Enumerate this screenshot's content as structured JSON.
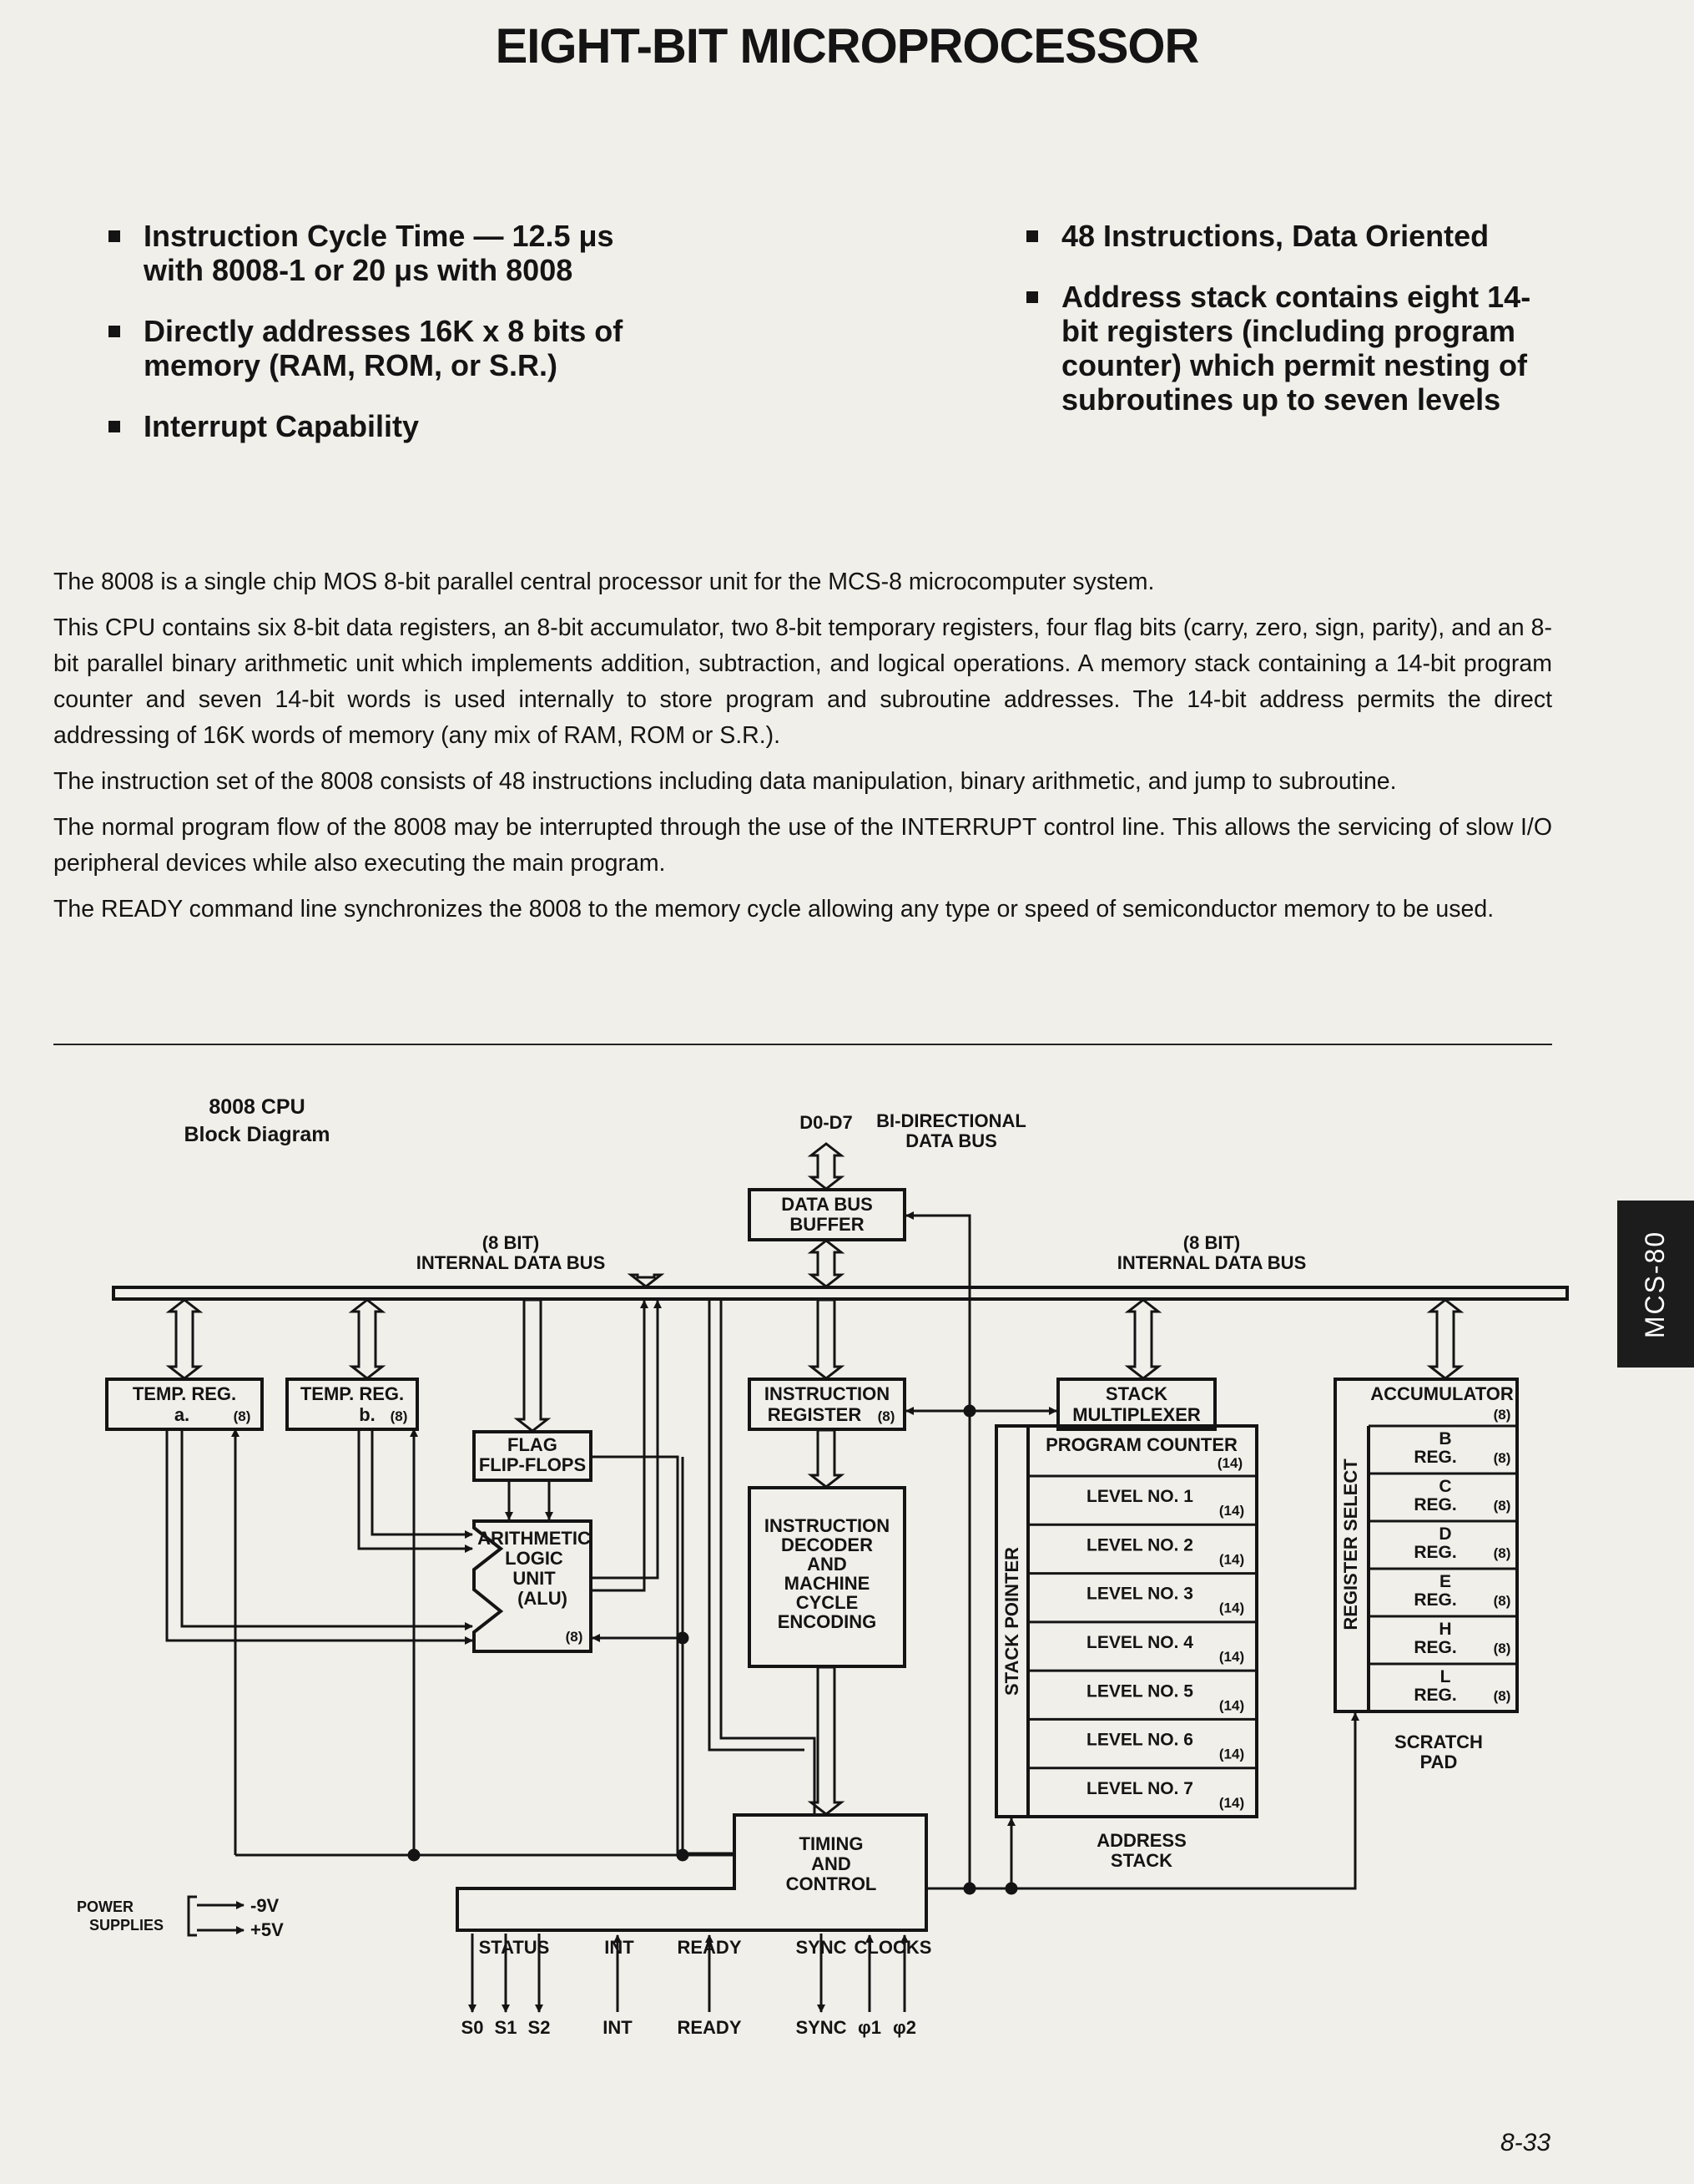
{
  "header": {
    "title": "EIGHT-BIT MICROPROCESSOR"
  },
  "features": {
    "left": [
      "Instruction Cycle Time — 12.5 μs with 8008-1 or 20 μs with 8008",
      "Directly addresses 16K x 8 bits of memory (RAM, ROM, or S.R.)",
      "Interrupt Capability"
    ],
    "right": [
      "48 Instructions, Data Oriented",
      "Address stack contains eight 14-bit registers (including program counter) which permit nesting of subroutines up to seven levels"
    ]
  },
  "body": {
    "paragraphs": [
      "The 8008 is a single chip MOS 8-bit parallel central processor unit for the MCS-8 microcomputer system.",
      "This CPU contains six 8-bit data registers, an 8-bit accumulator, two 8-bit temporary registers, four flag bits (carry, zero, sign, parity), and an 8-bit parallel binary arithmetic unit which implements addition, subtraction, and logical operations. A memory stack containing a 14-bit program counter and seven 14-bit words is used internally to store program and subroutine addresses. The 14-bit address permits the direct addressing of 16K words of memory (any mix of RAM, ROM or S.R.).",
      "The instruction set of the 8008 consists of 48 instructions including data manipulation, binary arithmetic, and jump to subroutine.",
      "The normal program flow of the 8008 may be interrupted through the use of the INTERRUPT control line. This allows the servicing of slow I/O peripheral devices while also executing the main program.",
      "The READY command line synchronizes the 8008 to the memory cycle allowing any type or speed of semiconductor memory to be used."
    ]
  },
  "diagram": {
    "title_line1": "8008 CPU",
    "title_line2": "Block Diagram",
    "data_bus_pins": "D0-D7",
    "bidir_line1": "BI-DIRECTIONAL",
    "bidir_line2": "DATA BUS",
    "internal_bus_width": "(8 BIT)",
    "internal_bus_label": "INTERNAL DATA BUS",
    "data_bus_buffer": [
      "DATA BUS",
      "BUFFER"
    ],
    "temp_reg_a": [
      "TEMP. REG.",
      "a."
    ],
    "temp_reg_b": [
      "TEMP. REG.",
      "b."
    ],
    "width_8": "(8)",
    "width_14": "(14)",
    "flag_flipflops": [
      "FLAG",
      "FLIP-FLOPS"
    ],
    "alu": [
      "ARITHMETIC",
      "LOGIC",
      "UNIT",
      "(ALU)"
    ],
    "instruction_register": [
      "INSTRUCTION",
      "REGISTER"
    ],
    "instruction_decoder": [
      "INSTRUCTION",
      "DECODER",
      "AND",
      "MACHINE",
      "CYCLE",
      "ENCODING"
    ],
    "stack_multiplexer": [
      "STACK",
      "MULTIPLEXER"
    ],
    "program_counter": "PROGRAM COUNTER",
    "stack_levels": [
      "LEVEL NO. 1",
      "LEVEL NO. 2",
      "LEVEL NO. 3",
      "LEVEL NO. 4",
      "LEVEL NO. 5",
      "LEVEL NO. 6",
      "LEVEL NO. 7"
    ],
    "stack_pointer": "STACK POINTER",
    "address_stack": [
      "ADDRESS",
      "STACK"
    ],
    "accumulator": "ACCUMULATOR",
    "registers": [
      [
        "B",
        "REG."
      ],
      [
        "C",
        "REG."
      ],
      [
        "D",
        "REG."
      ],
      [
        "E",
        "REG."
      ],
      [
        "H",
        "REG."
      ],
      [
        "L",
        "REG."
      ]
    ],
    "register_select": "REGISTER SELECT",
    "scratch_pad": [
      "SCRATCH",
      "PAD"
    ],
    "timing_control": [
      "TIMING",
      "AND",
      "CONTROL"
    ],
    "control_signals": [
      "STATUS",
      "INT",
      "READY",
      "SYNC",
      "CLOCKS"
    ],
    "pins": [
      "S0",
      "S1",
      "S2",
      "INT",
      "READY",
      "SYNC",
      "φ1",
      "φ2"
    ],
    "power_label": [
      "POWER",
      "SUPPLIES"
    ],
    "power_voltages": [
      "-9V",
      "+5V"
    ]
  },
  "side_tab": "MCS-80",
  "footer": {
    "page_number": "8-33"
  }
}
